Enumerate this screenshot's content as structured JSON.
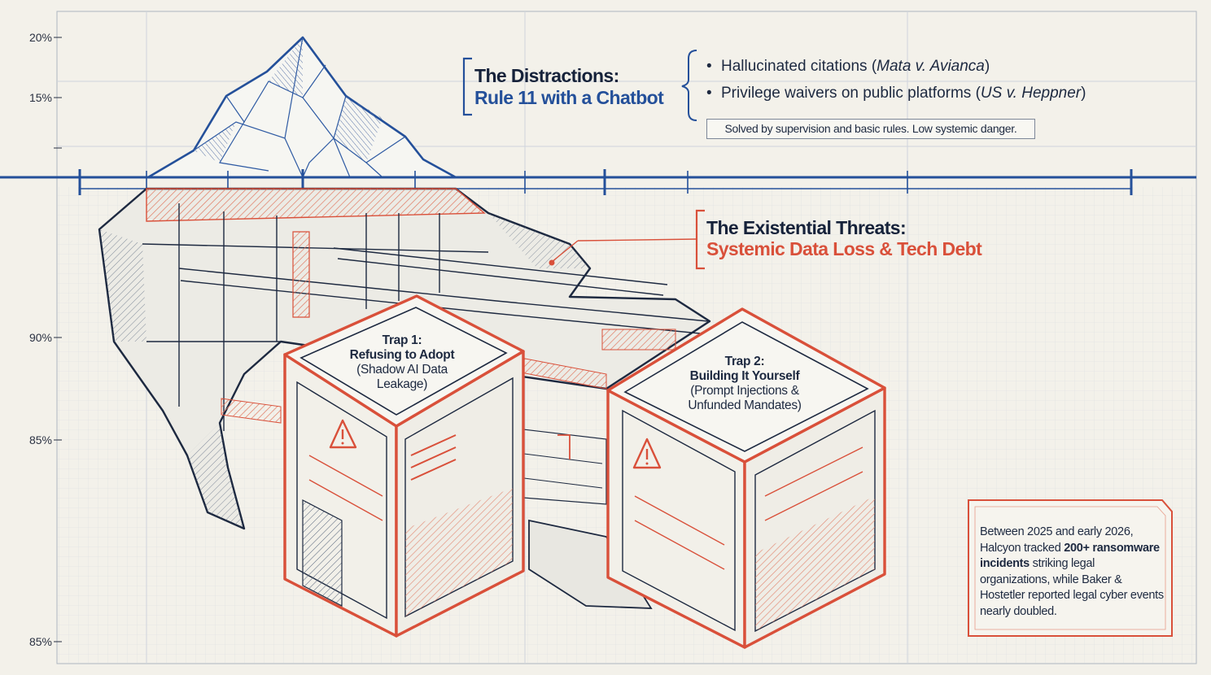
{
  "y_axis_labels": [
    "20%",
    "15%",
    "90%",
    "85%",
    "85%"
  ],
  "colors": {
    "navy": "#24509a",
    "ink": "#1d2940",
    "red": "#d9503a",
    "paper": "#f3f1ea"
  },
  "distractions": {
    "title": "The Distractions:",
    "subtitle": "Rule 11 with a Chatbot",
    "bullets": [
      {
        "prefix": "Hallucinated citations (",
        "case": "Mata v. Avianca",
        "suffix": ")"
      },
      {
        "prefix": "Privilege waivers on public platforms (",
        "case": "US v. Heppner",
        "suffix": ")"
      }
    ],
    "note": "Solved by supervision and basic rules. Low systemic danger."
  },
  "threats": {
    "title": "The Existential Threats:",
    "subtitle": "Systemic Data Loss & Tech Debt"
  },
  "trap1": {
    "label": "Trap 1:",
    "title": "Refusing to Adopt",
    "detail_line1": "(Shadow AI Data",
    "detail_line2": "Leakage)"
  },
  "trap2": {
    "label": "Trap 2:",
    "title": "Building It Yourself",
    "detail_line1": "(Prompt Injections &",
    "detail_line2": "Unfunded Mandates)"
  },
  "stat_box": {
    "part1": "Between 2025 and early 2026, Halcyon tracked ",
    "bold": "200+ ransomware incidents",
    "part2": " striking legal organizations, while Baker & Hostetler reported legal cyber events nearly doubled."
  }
}
